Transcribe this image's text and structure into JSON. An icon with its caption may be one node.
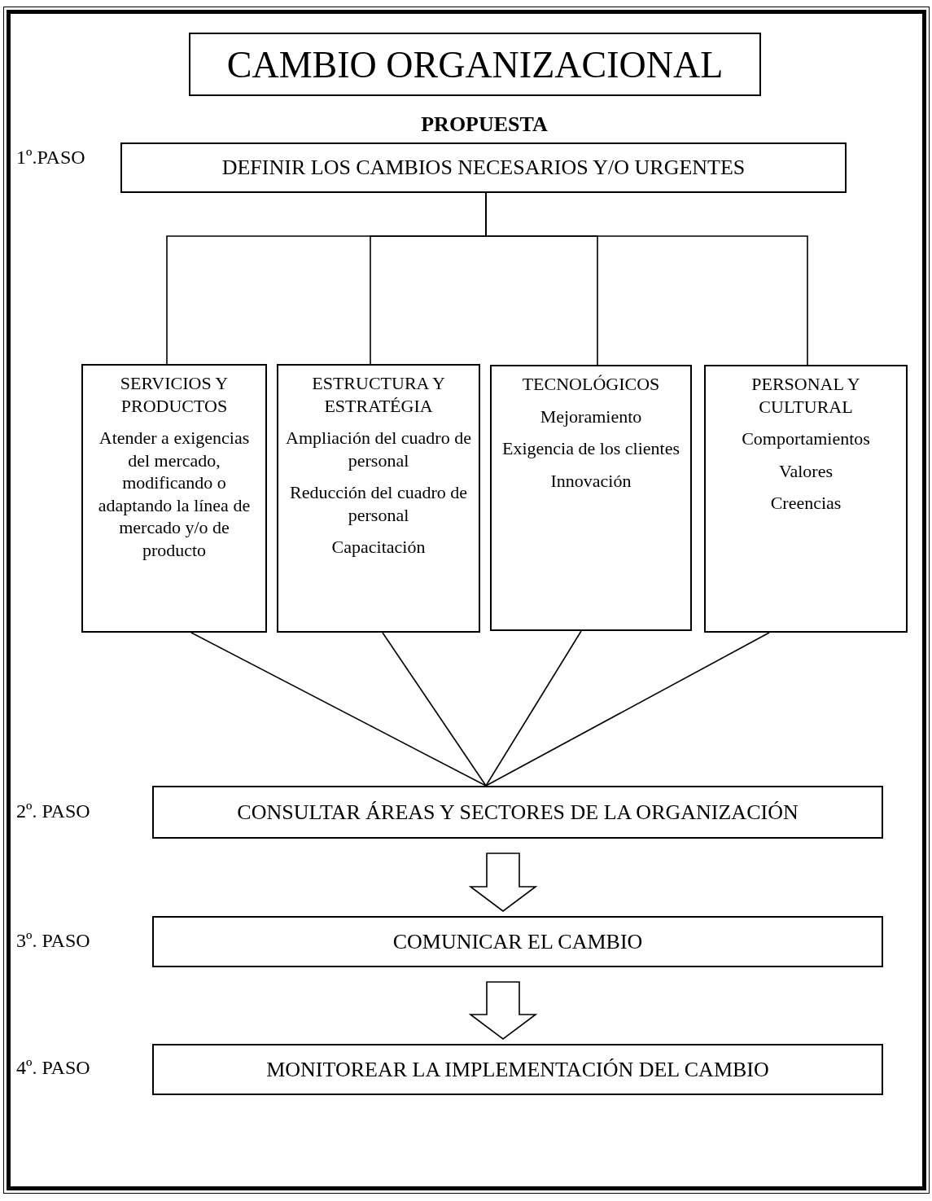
{
  "diagram": {
    "title": "CAMBIO ORGANIZACIONAL",
    "nodes": [
      {
        "text": [
          "DEFINIR LOS CAMBIOS NECESARIOS Y/O URGENTES"
        ],
        "beside": [
          "1º.PASO"
        ]
      },
      {
        "text": [
          "SERVICIOS Y PRODUCTOS",
          "Atender a exigencias del mercado, modificando o adaptando la línea de mercado y/o de producto"
        ]
      },
      {
        "text": [
          "ESTRUCTURA Y ESTRATÉGIA",
          "Ampliación del cuadro de personal",
          "Reducción del cuadro de personal",
          "Capacitación"
        ]
      },
      {
        "text": [
          "TECNOLÓGICOS",
          "Mejoramiento",
          "Exigencia de los clientes",
          "Innovación"
        ]
      },
      {
        "text": [
          "PERSONAL Y CULTURAL",
          "Comportamientos",
          "Valores",
          "Creencias"
        ]
      },
      {
        "text": [
          "CONSULTAR ÁREAS Y SECTORES DE LA ORGANIZACIÓN"
        ],
        "beside": [
          "2º. PASO"
        ]
      },
      {
        "text": [
          "COMUNICAR EL CAMBIO"
        ],
        "beside": [
          "3º. PASO"
        ]
      },
      {
        "text": [
          "MONITOREAR LA IMPLEMENTACIÓN DEL CAMBIO"
        ],
        "beside": [
          "4º. PASO"
        ]
      }
    ],
    "edges": [
      {
        "from": 0,
        "to": 1,
        "arrow": "none"
      },
      {
        "from": 0,
        "to": 2,
        "arrow": "none"
      },
      {
        "from": 0,
        "to": 3,
        "arrow": "none"
      },
      {
        "from": 0,
        "to": 4,
        "arrow": "none"
      },
      {
        "from": 1,
        "to": 5,
        "arrow": "none"
      },
      {
        "from": 2,
        "to": 5,
        "arrow": "none"
      },
      {
        "from": 3,
        "to": 5,
        "arrow": "none"
      },
      {
        "from": 4,
        "to": 5,
        "arrow": "none"
      },
      {
        "from": 5,
        "to": 6,
        "arrow": "to"
      },
      {
        "from": 6,
        "to": 7,
        "arrow": "to"
      }
    ],
    "labels": [
      "PROPUESTA"
    ]
  }
}
